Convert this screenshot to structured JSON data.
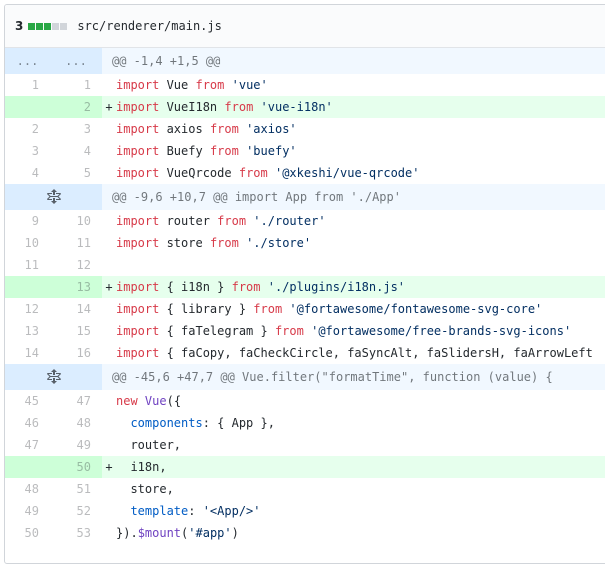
{
  "file": {
    "changes_count": "3",
    "path": "src/renderer/main.js",
    "diffstat_colors": [
      "#28a745",
      "#28a745",
      "#28a745",
      "#d1d5da",
      "#d1d5da"
    ]
  },
  "hunks": [
    {
      "header": "@@ -1,4 +1,5 @@",
      "expander": "dots",
      "left": "...",
      "right": "..."
    },
    {
      "header": "@@ -9,6 +10,7 @@ import App from './App'",
      "expander": "unfold-icon"
    },
    {
      "header": "@@ -45,6 +47,7 @@ Vue.filter(\"formatTime\", function (value) {",
      "expander": "unfold-icon"
    }
  ],
  "lines": [
    {
      "old": "1",
      "new": "1",
      "mark": "",
      "type": "ctx",
      "code": "import Vue from 'vue'"
    },
    {
      "old": "",
      "new": "2",
      "mark": "+",
      "type": "add",
      "code": "import VueI18n from 'vue-i18n'"
    },
    {
      "old": "2",
      "new": "3",
      "mark": "",
      "type": "ctx",
      "code": "import axios from 'axios'"
    },
    {
      "old": "3",
      "new": "4",
      "mark": "",
      "type": "ctx",
      "code": "import Buefy from 'buefy'"
    },
    {
      "old": "4",
      "new": "5",
      "mark": "",
      "type": "ctx",
      "code": "import VueQrcode from '@xkeshi/vue-qrcode'"
    },
    {
      "old": "9",
      "new": "10",
      "mark": "",
      "type": "ctx",
      "code": "import router from './router'"
    },
    {
      "old": "10",
      "new": "11",
      "mark": "",
      "type": "ctx",
      "code": "import store from './store'"
    },
    {
      "old": "11",
      "new": "12",
      "mark": "",
      "type": "ctx",
      "code": ""
    },
    {
      "old": "",
      "new": "13",
      "mark": "+",
      "type": "add",
      "code": "import { i18n } from './plugins/i18n.js'"
    },
    {
      "old": "12",
      "new": "14",
      "mark": "",
      "type": "ctx",
      "code": "import { library } from '@fortawesome/fontawesome-svg-core'"
    },
    {
      "old": "13",
      "new": "15",
      "mark": "",
      "type": "ctx",
      "code": "import { faTelegram } from '@fortawesome/free-brands-svg-icons'"
    },
    {
      "old": "14",
      "new": "16",
      "mark": "",
      "type": "ctx",
      "code": "import { faCopy, faCheckCircle, faSyncAlt, faSlidersH, faArrowLeft"
    },
    {
      "old": "45",
      "new": "47",
      "mark": "",
      "type": "ctx",
      "code": "new Vue({"
    },
    {
      "old": "46",
      "new": "48",
      "mark": "",
      "type": "ctx",
      "code": "  components: { App },"
    },
    {
      "old": "47",
      "new": "49",
      "mark": "",
      "type": "ctx",
      "code": "  router,"
    },
    {
      "old": "",
      "new": "50",
      "mark": "+",
      "type": "add",
      "code": "  i18n,"
    },
    {
      "old": "48",
      "new": "51",
      "mark": "",
      "type": "ctx",
      "code": "  store,"
    },
    {
      "old": "49",
      "new": "52",
      "mark": "",
      "type": "ctx",
      "code": "  template: '<App/>'"
    },
    {
      "old": "50",
      "new": "53",
      "mark": "",
      "type": "ctx",
      "code": "}).$mount('#app')"
    }
  ],
  "colors": {
    "addition_bg": "#e6ffed",
    "addition_num_bg": "#cdffd8",
    "hunk_bg": "#f1f8ff",
    "hunk_num_bg": "#dbedff",
    "keyword": "#d73a49",
    "string": "#032f62"
  }
}
